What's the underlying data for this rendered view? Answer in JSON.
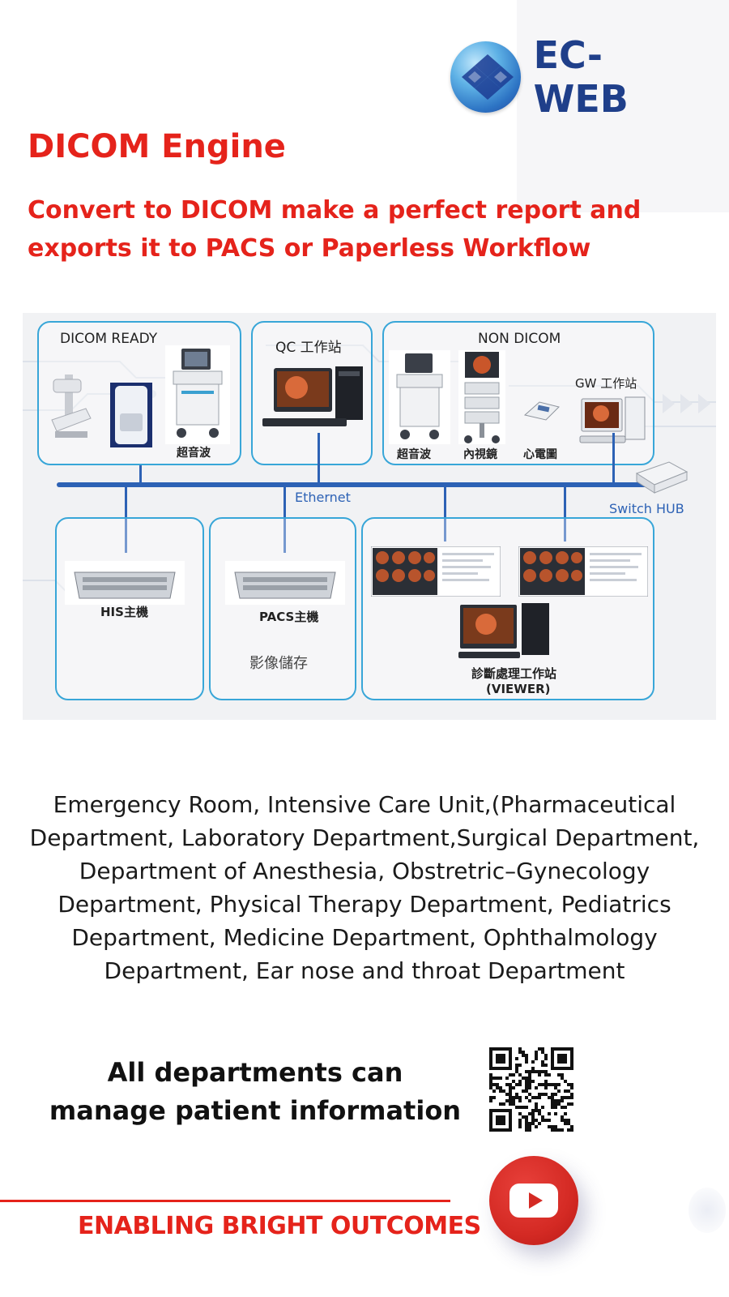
{
  "brand": {
    "name": "EC-WEB",
    "logo_icon": "ec-web-globe-logo",
    "color": "#1f3f8a"
  },
  "title": "DICOM Engine",
  "subtitle_lines": [
    "Convert to DICOM make a perfect report and",
    "exports it to PACS or Paperless Workflow"
  ],
  "accent_color": "#e5231b",
  "diagram": {
    "dicom_ready": {
      "label": "DICOM READY",
      "ultrasound": "超音波"
    },
    "qc": {
      "label": "QC 工作站"
    },
    "non_dicom": {
      "label": "NON DICOM",
      "ultrasound": "超音波",
      "endoscope": "內視鏡",
      "ecg": "心電圖",
      "gw": "GW 工作站"
    },
    "ethernet": "Ethernet",
    "switch": "Switch HUB",
    "his": "HIS主機",
    "pacs": "PACS主機",
    "storage": "影像儲存",
    "viewer_line1": "診斷處理工作站",
    "viewer_line2": "(VIEWER)"
  },
  "departments_text": "Emergency Room, Intensive Care Unit,(Pharmaceutical Department, Laboratory Department,Surgical Department, Department of Anesthesia, Obstretric–Gynecology Department, Physical Therapy Department, Pediatrics Department, Medicine Department, Ophthalmology Department, Ear nose and throat Department",
  "manage_lines": [
    "All departments can",
    "manage patient information"
  ],
  "qr_icon": "qr-code",
  "youtube_icon": "youtube-play-icon",
  "tagline": "ENABLING BRIGHT OUTCOMES"
}
